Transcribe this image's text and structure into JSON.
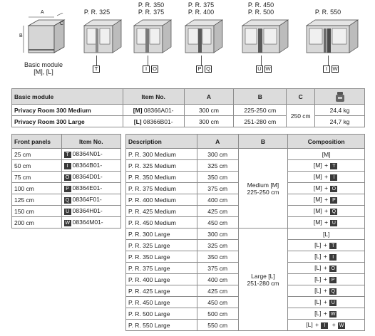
{
  "top": {
    "basic_caption_line1": "Basic module",
    "basic_caption_line2": "[M], [L]",
    "dim_a": "A",
    "dim_b": "B",
    "dim_c": "C",
    "models": [
      {
        "label1": "P. R. 325",
        "label2": "",
        "letters": [
          "T"
        ]
      },
      {
        "label1": "P. R. 350",
        "label2": "P. R. 375",
        "letters": [
          "I",
          "O"
        ]
      },
      {
        "label1": "P. R. 375",
        "label2": "P. R. 400",
        "letters": [
          "P",
          "Q"
        ]
      },
      {
        "label1": "P. R. 450",
        "label2": "P. R. 500",
        "letters": [
          "U",
          "W"
        ]
      },
      {
        "label1": "P. R. 550",
        "label2": "",
        "letters": [
          "I",
          "W"
        ]
      }
    ]
  },
  "basic_table": {
    "headers": [
      "Basic module",
      "Item No.",
      "A",
      "B",
      "C",
      "weight-icon"
    ],
    "rows": [
      {
        "name": "Privacy Room 300 Medium",
        "size": "[M]",
        "item": "08366A01-",
        "a": "300 cm",
        "b": "225-250 cm",
        "c": "250 cm",
        "weight": "24,4 kg"
      },
      {
        "name": "Privacy Room 300 Large",
        "size": "[L]",
        "item": "08366B01-",
        "a": "300 cm",
        "b": "251-280 cm",
        "c": "250 cm",
        "weight": "24,7 kg"
      }
    ]
  },
  "front_panels": {
    "headers": [
      "Front panels",
      "Item No."
    ],
    "rows": [
      {
        "size": "25 cm",
        "code": "T",
        "item": "08364N01-"
      },
      {
        "size": "50 cm",
        "code": "I",
        "item": "08364B01-"
      },
      {
        "size": "75 cm",
        "code": "O",
        "item": "08364D01-"
      },
      {
        "size": "100 cm",
        "code": "P",
        "item": "08364E01-"
      },
      {
        "size": "125 cm",
        "code": "Q",
        "item": "08364F01-"
      },
      {
        "size": "150 cm",
        "code": "U",
        "item": "08364H01-"
      },
      {
        "size": "200 cm",
        "code": "W",
        "item": "08364M01-"
      }
    ]
  },
  "composition": {
    "headers": [
      "Description",
      "A",
      "B",
      "Composition"
    ],
    "medium_b": "Medium [M]",
    "medium_b2": "225-250 cm",
    "large_b": "Large [L]",
    "large_b2": "251-280 cm",
    "medium_rows": [
      {
        "desc": "P. R. 300 Medium",
        "a": "300 cm",
        "base": "[M]",
        "parts": []
      },
      {
        "desc": "P. R. 325 Medium",
        "a": "325 cm",
        "base": "[M]",
        "parts": [
          "T"
        ]
      },
      {
        "desc": "P. R. 350 Medium",
        "a": "350 cm",
        "base": "[M]",
        "parts": [
          "I"
        ]
      },
      {
        "desc": "P. R. 375 Medium",
        "a": "375 cm",
        "base": "[M]",
        "parts": [
          "O"
        ]
      },
      {
        "desc": "P. R. 400 Medium",
        "a": "400 cm",
        "base": "[M]",
        "parts": [
          "P"
        ]
      },
      {
        "desc": "P. R. 425 Medium",
        "a": "425 cm",
        "base": "[M]",
        "parts": [
          "Q"
        ]
      },
      {
        "desc": "P. R. 450 Medium",
        "a": "450 cm",
        "base": "[M]",
        "parts": [
          "U"
        ]
      }
    ],
    "large_rows": [
      {
        "desc": "P. R. 300 Large",
        "a": "300 cm",
        "base": "[L]",
        "parts": []
      },
      {
        "desc": "P. R. 325 Large",
        "a": "325 cm",
        "base": "[L]",
        "parts": [
          "T"
        ]
      },
      {
        "desc": "P. R. 350 Large",
        "a": "350 cm",
        "base": "[L]",
        "parts": [
          "I"
        ]
      },
      {
        "desc": "P. R. 375 Large",
        "a": "375 cm",
        "base": "[L]",
        "parts": [
          "O"
        ]
      },
      {
        "desc": "P. R. 400 Large",
        "a": "400 cm",
        "base": "[L]",
        "parts": [
          "P"
        ]
      },
      {
        "desc": "P. R. 425 Large",
        "a": "425 cm",
        "base": "[L]",
        "parts": [
          "Q"
        ]
      },
      {
        "desc": "P. R. 450 Large",
        "a": "450 cm",
        "base": "[L]",
        "parts": [
          "U"
        ]
      },
      {
        "desc": "P. R. 500 Large",
        "a": "500 cm",
        "base": "[L]",
        "parts": [
          "W"
        ]
      },
      {
        "desc": "P. R. 550 Large",
        "a": "550 cm",
        "base": "[L]",
        "parts": [
          "I",
          "W"
        ]
      }
    ]
  }
}
